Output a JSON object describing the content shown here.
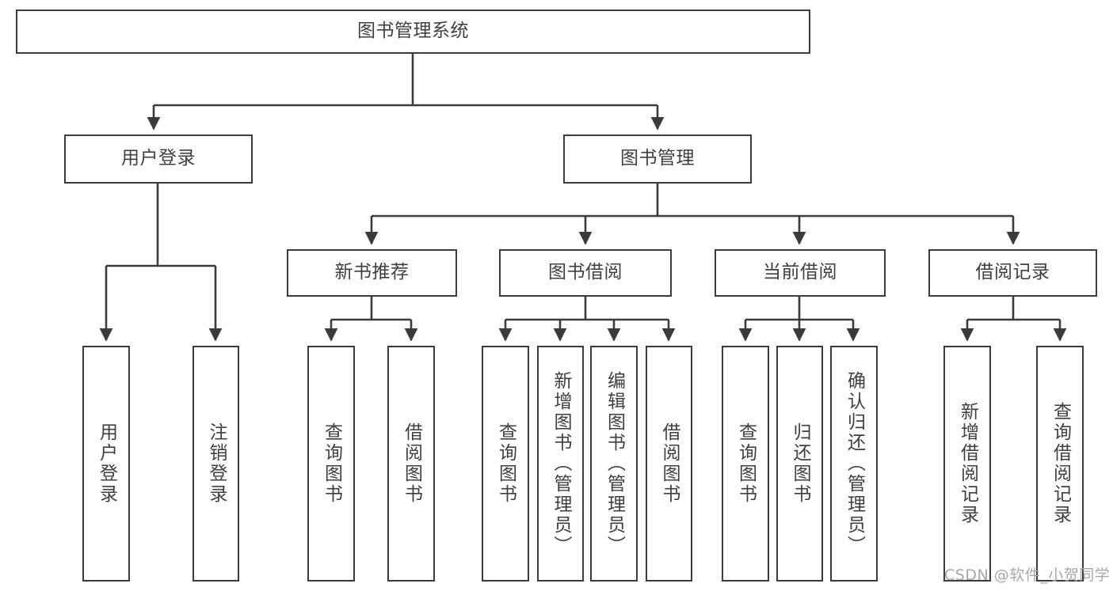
{
  "diagram": {
    "type": "tree-hierarchy",
    "title": "图书管理系统",
    "root": {
      "id": "root",
      "label": "图书管理系统"
    },
    "level2": [
      {
        "id": "user-login",
        "label": "用户登录"
      },
      {
        "id": "book-management",
        "label": "图书管理"
      }
    ],
    "level3": [
      {
        "id": "new-book-recommend",
        "label": "新书推荐",
        "parent": "book-management"
      },
      {
        "id": "book-borrow",
        "label": "图书借阅",
        "parent": "book-management"
      },
      {
        "id": "current-borrow",
        "label": "当前借阅",
        "parent": "book-management"
      },
      {
        "id": "borrow-record",
        "label": "借阅记录",
        "parent": "book-management"
      }
    ],
    "leaves": [
      {
        "id": "leaf-user-login",
        "label": "用户登录",
        "parent": "user-login"
      },
      {
        "id": "leaf-logout-login",
        "label": "注销登录",
        "parent": "user-login"
      },
      {
        "id": "leaf-query-book-1",
        "label": "查询图书",
        "parent": "new-book-recommend"
      },
      {
        "id": "leaf-borrow-book-1",
        "label": "借阅图书",
        "parent": "new-book-recommend"
      },
      {
        "id": "leaf-query-book-2",
        "label": "查询图书",
        "parent": "book-borrow"
      },
      {
        "id": "leaf-add-book",
        "label": "新增图书（管理员）",
        "parent": "book-borrow"
      },
      {
        "id": "leaf-edit-book",
        "label": "编辑图书（管理员）",
        "parent": "book-borrow"
      },
      {
        "id": "leaf-borrow-book-2",
        "label": "借阅图书",
        "parent": "book-borrow"
      },
      {
        "id": "leaf-query-book-3",
        "label": "查询图书",
        "parent": "current-borrow"
      },
      {
        "id": "leaf-return-book",
        "label": "归还图书",
        "parent": "current-borrow"
      },
      {
        "id": "leaf-confirm-return",
        "label": "确认归还（管理员）",
        "parent": "current-borrow"
      },
      {
        "id": "leaf-add-record",
        "label": "新增借阅记录",
        "parent": "borrow-record"
      },
      {
        "id": "leaf-query-record",
        "label": "查询借阅记录",
        "parent": "borrow-record"
      }
    ]
  },
  "watermark": {
    "text": "CSDN @软件_小贺同学"
  },
  "colors": {
    "stroke": "#3b3b3b",
    "text": "#3f3f3f",
    "background": "#ffffff",
    "watermark": "#a8a8a8"
  }
}
